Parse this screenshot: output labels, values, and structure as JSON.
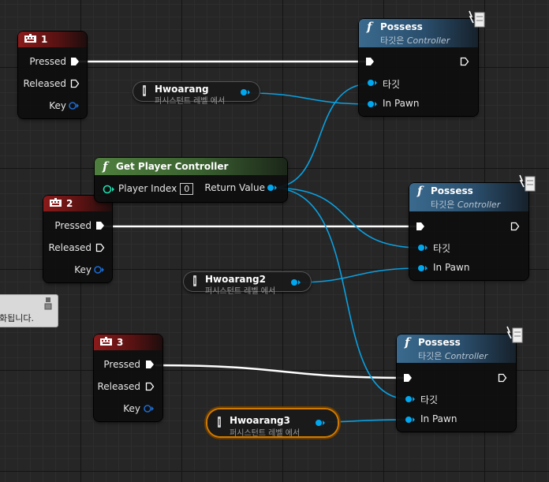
{
  "comment": {
    "text": "화됩니다."
  },
  "events": [
    {
      "title": "1",
      "pins": {
        "pressed": "Pressed",
        "released": "Released",
        "key": "Key"
      }
    },
    {
      "title": "2",
      "pins": {
        "pressed": "Pressed",
        "released": "Released",
        "key": "Key"
      }
    },
    {
      "title": "3",
      "pins": {
        "pressed": "Pressed",
        "released": "Released",
        "key": "Key"
      }
    }
  ],
  "possess": [
    {
      "title": "Possess",
      "target_prefix": "타깃은",
      "target_class": "Controller",
      "pin_target": "타깃",
      "pin_pawn": "In Pawn"
    },
    {
      "title": "Possess",
      "target_prefix": "타깃은",
      "target_class": "Controller",
      "pin_target": "타깃",
      "pin_pawn": "In Pawn"
    },
    {
      "title": "Possess",
      "target_prefix": "타깃은",
      "target_class": "Controller",
      "pin_target": "타깃",
      "pin_pawn": "In Pawn"
    }
  ],
  "variables": [
    {
      "name": "Hwoarang",
      "subtitle": "퍼시스턴트 레벨 에서"
    },
    {
      "name": "Hwoarang2",
      "subtitle": "퍼시스턴트 레벨 에서"
    },
    {
      "name": "Hwoarang3",
      "subtitle": "퍼시스턴트 레벨 에서",
      "selected": true
    }
  ],
  "get_player_controller": {
    "title": "Get Player Controller",
    "pin_index": "Player Index",
    "index_value": "0",
    "pin_return": "Return Value"
  },
  "colors": {
    "exec_wire": "#ffffff",
    "object_pin": "#00a8f0",
    "event_header": "#8a1a1a",
    "function_header": "#3a6a8e",
    "pure_header": "#4f7f3e",
    "selection": "#d07a00"
  }
}
